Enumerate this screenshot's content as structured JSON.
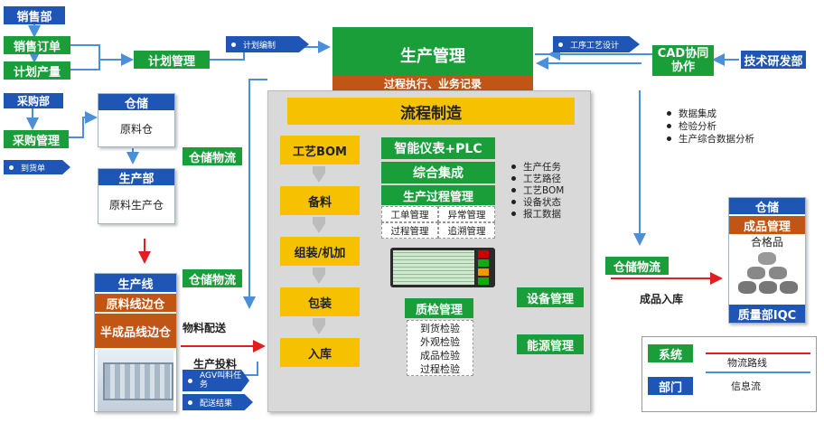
{
  "left": {
    "sales_dept": "销售部",
    "sales_order": "销售订单",
    "plan_output": "计划产量",
    "purchase_dept": "采购部",
    "purchase_mgmt": "采购管理",
    "arrival_tag": "到货单",
    "plan_mgmt": "计划管理",
    "plan_compile_tag": "计划编制"
  },
  "storage_block": {
    "header": "仓储",
    "body": "原料仓",
    "prod_dept_header": "生产部",
    "prod_dept_body": "原料生产仓"
  },
  "line_block": {
    "header": "生产线",
    "raw_side": "原料线边仓",
    "semi_side": "半成品线边仓",
    "material_delivery": "物料配送",
    "prod_feed": "生产投料",
    "agv_tag": "AGV叫料任务",
    "dispatch_tag": "配送结果"
  },
  "warehouse_logistics": "仓储物流",
  "production": {
    "title": "生产管理",
    "subtitle": "过程执行、业务记录"
  },
  "flow": {
    "title": "流程制造",
    "steps": [
      "工艺BOM",
      "备料",
      "组装/机加",
      "包装",
      "入库"
    ],
    "smart": "智能仪表+PLC",
    "integration": "综合集成",
    "process_mgmt": "生产过程管理",
    "grid": [
      "工单管理",
      "异常管理",
      "过程管理",
      "追溯管理"
    ],
    "bullets": [
      "生产任务",
      "工艺路径",
      "工艺BOM",
      "设备状态",
      "报工数据"
    ],
    "qc_title": "质检管理",
    "qc_items": [
      "到货检验",
      "外观检验",
      "成品检验",
      "过程检验"
    ],
    "equipment": "设备管理",
    "energy": "能源管理"
  },
  "right": {
    "tech_tag": "工序工艺设计",
    "cad": "CAD协同协作",
    "rd_dept": "技术研发部",
    "bullets": [
      "数据集成",
      "检验分析",
      "生产综合数据分析"
    ],
    "logistics": "仓储物流",
    "finished_in": "成品入库",
    "fg_header": "仓储",
    "fg_mgmt": "成品管理",
    "qualified": "合格品",
    "qc_dept": "质量部IQC"
  },
  "legend": {
    "system": "系统",
    "dept": "部门",
    "logistics_route": "物流路线",
    "info_flow": "信息流"
  },
  "colors": {
    "blue": "#1f56b6",
    "green": "#1a9e3a",
    "orange": "#c05515",
    "yellow": "#f6c200",
    "red_line": "#e02020",
    "blue_line": "#4a8fd8"
  }
}
